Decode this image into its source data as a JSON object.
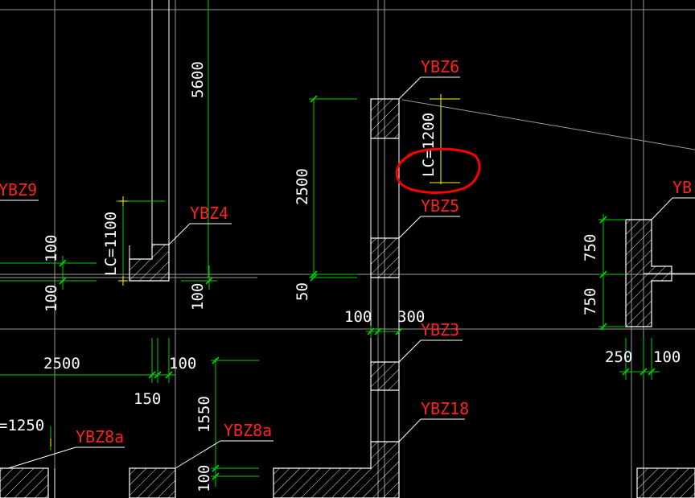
{
  "labels": {
    "ybz6": "YBZ6",
    "ybz5": "YBZ5",
    "ybz4": "YBZ4",
    "ybz9": "YBZ9",
    "ybz3": "YBZ3",
    "ybz18": "YBZ18",
    "ybz8a_left": "YBZ8a",
    "ybz8a_right": "YBZ8a",
    "ybz_right_cut": "YB"
  },
  "dimensions": {
    "d5600": "5600",
    "d2500_v": "2500",
    "lc1200": "LC=1200",
    "lc1100": "LC=1100",
    "d100_a": "100",
    "d100_b": "100",
    "d100_c": "100",
    "d50": "50",
    "d100_d": "100",
    "d300": "300",
    "d2500_h": "2500",
    "d150": "150",
    "d100_e": "100",
    "d1550": "1550",
    "d100_f": "100",
    "lc1250": "=1250",
    "d750_a": "750",
    "d750_b": "750",
    "d250": "250",
    "d100_g": "100"
  },
  "colors": {
    "background": "#000000",
    "label": "#ff2020",
    "dimension_line": "#00d000",
    "axis_line": "#9a9a9a",
    "highlight_circle": "#ff0000",
    "lc_marker": "#ffff00"
  }
}
